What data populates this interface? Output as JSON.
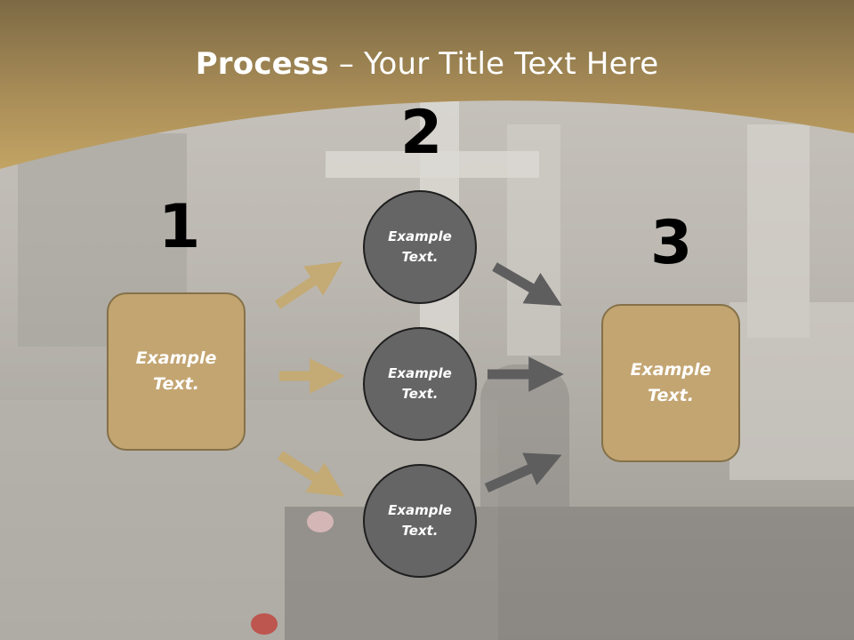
{
  "title": {
    "bold": "Process",
    "rest": " – Your Title Text Here"
  },
  "steps": [
    {
      "number": "1",
      "text": "Example\nText."
    },
    {
      "number": "2",
      "text": "Example\nText."
    },
    {
      "number": "3",
      "text": "Example\nText."
    }
  ],
  "circles": [
    {
      "text": "Example\nText."
    },
    {
      "text": "Example\nText."
    },
    {
      "text": "Example\nText."
    }
  ],
  "colors": {
    "header": "#b99a5a",
    "box_fill": "#c3a572",
    "box_border": "#857148",
    "circle_fill": "#656565",
    "arrow_tan": "#c4aa74",
    "arrow_gray": "#5e5e5e"
  }
}
